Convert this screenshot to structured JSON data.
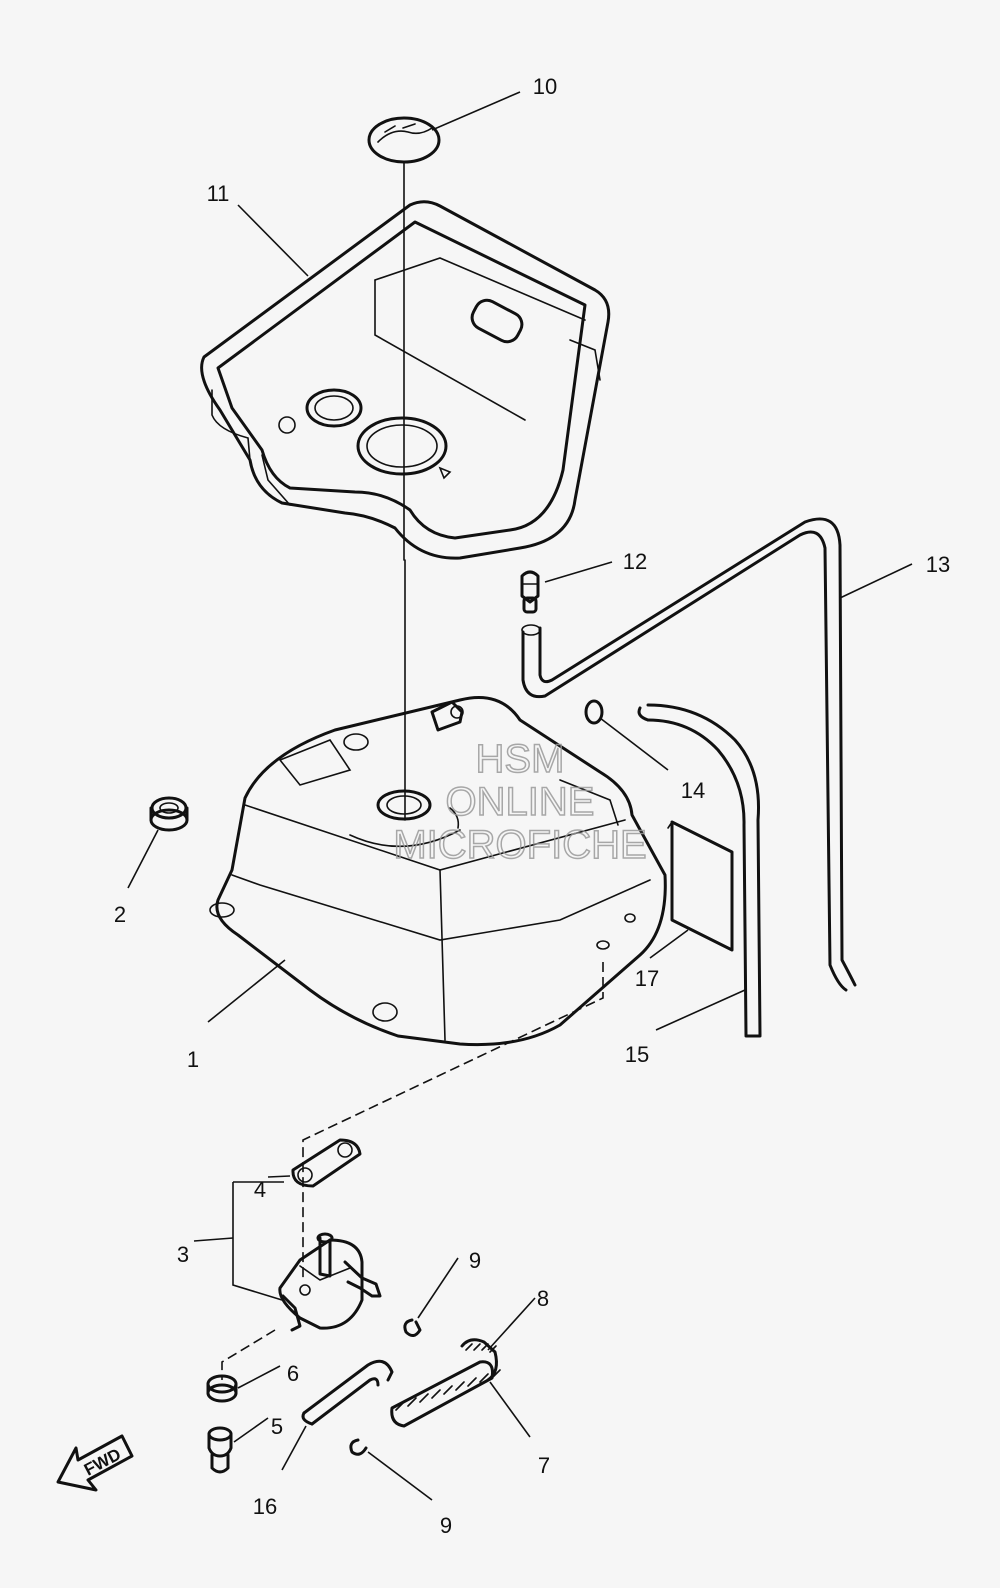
{
  "callouts": {
    "c1": "1",
    "c2": "2",
    "c3": "3",
    "c4": "4",
    "c5": "5",
    "c6": "6",
    "c7": "7",
    "c8": "8",
    "c9a": "9",
    "c9b": "9",
    "c10": "10",
    "c11": "11",
    "c12": "12",
    "c13": "13",
    "c14": "14",
    "c15": "15",
    "c16": "16",
    "c17": "17"
  },
  "watermark": {
    "line1": "HSM",
    "line2": "ONLINE",
    "line3": "MICROFICHE"
  },
  "direction": {
    "label": "FWD"
  }
}
